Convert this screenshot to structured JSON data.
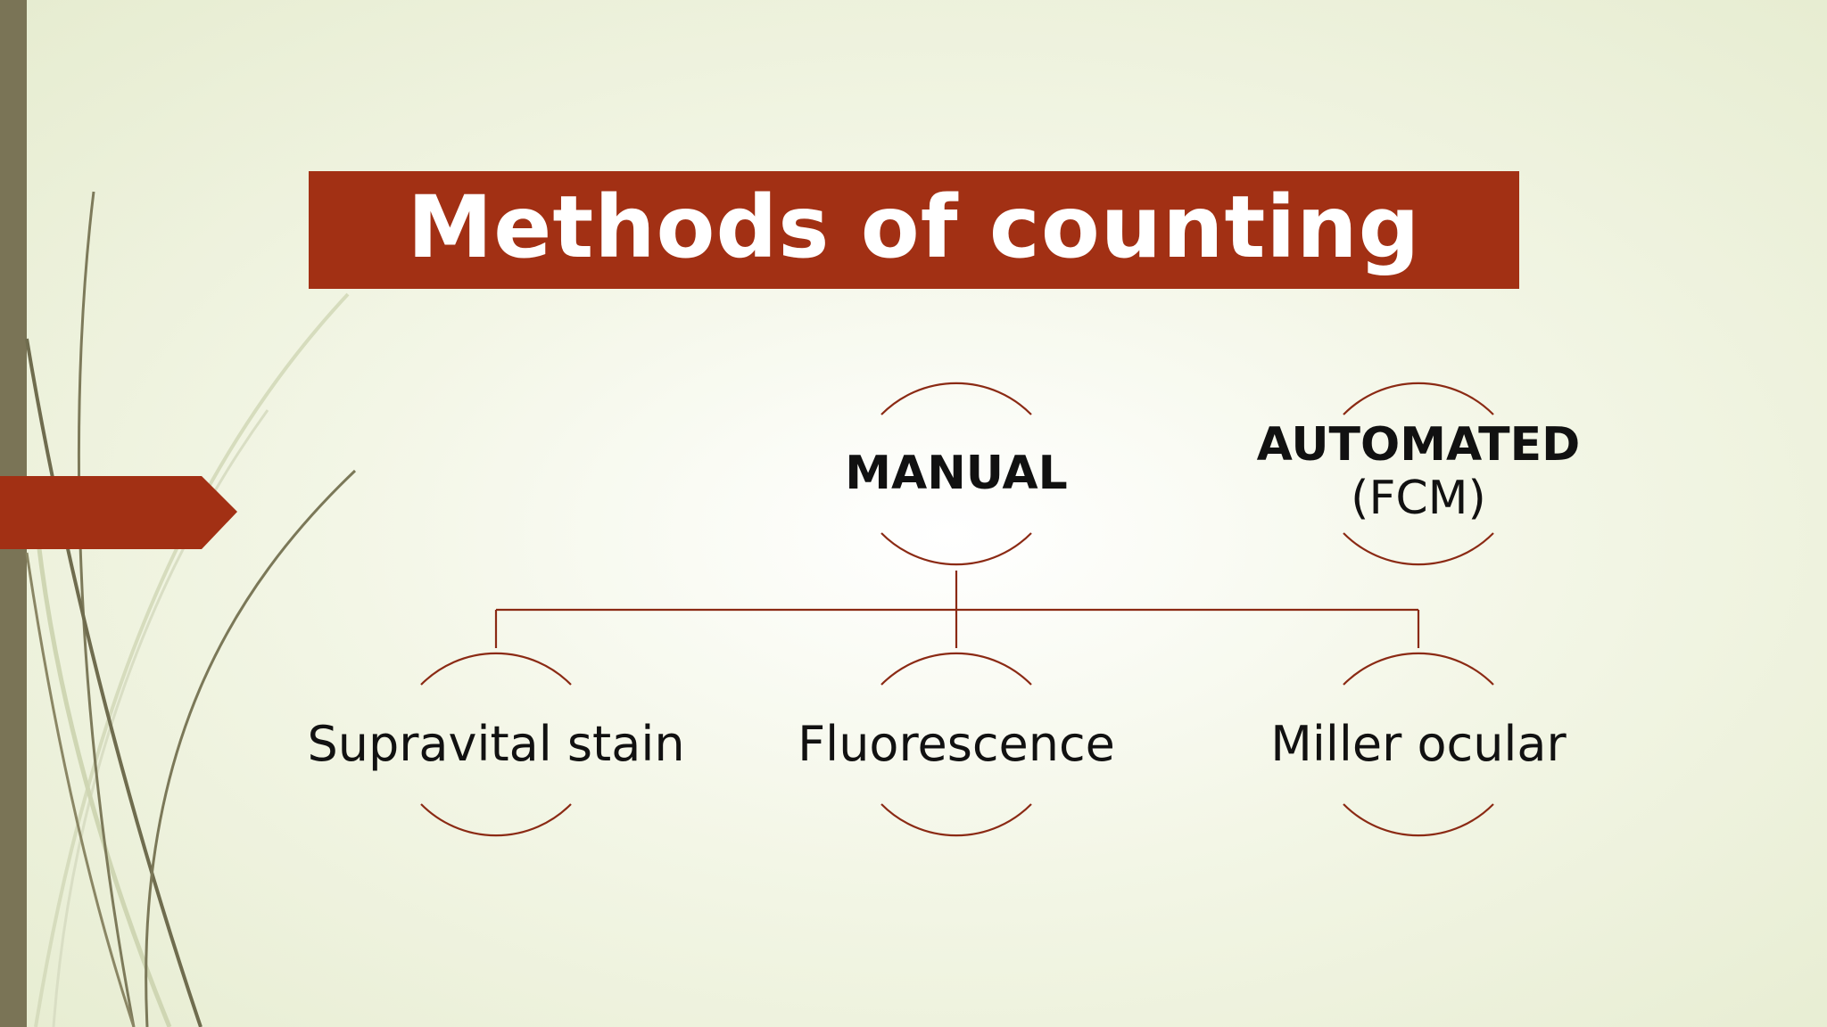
{
  "slide": {
    "title": "Methods of counting",
    "colors": {
      "accent": "#a23014",
      "connector": "#8b2a14",
      "left_bar": "#7a7456",
      "text": "#111111"
    },
    "nodes": {
      "manual": {
        "label": "MANUAL"
      },
      "automated": {
        "label": "AUTOMATED",
        "sublabel": "(FCM)"
      },
      "supravital": {
        "label": "Supravital stain"
      },
      "fluorescence": {
        "label": "Fluorescence"
      },
      "miller": {
        "label": "Miller ocular"
      }
    }
  }
}
